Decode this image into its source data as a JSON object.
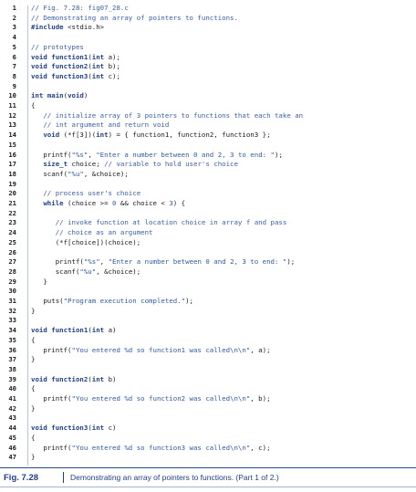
{
  "code_lines": [
    {
      "n": "1",
      "segs": [
        [
          "cm",
          "// Fig. 7.28: fig07_28.c"
        ]
      ]
    },
    {
      "n": "2",
      "segs": [
        [
          "cm",
          "// Demonstrating an array of pointers to functions."
        ]
      ]
    },
    {
      "n": "3",
      "segs": [
        [
          "kw",
          "#include"
        ],
        [
          "",
          " <stdio.h>"
        ]
      ]
    },
    {
      "n": "4",
      "segs": []
    },
    {
      "n": "5",
      "segs": [
        [
          "cm",
          "// prototypes"
        ]
      ]
    },
    {
      "n": "6",
      "segs": [
        [
          "kw",
          "void"
        ],
        [
          "",
          " "
        ],
        [
          "kw",
          "function1"
        ],
        [
          "",
          "("
        ],
        [
          "kw",
          "int"
        ],
        [
          "",
          " a);"
        ]
      ]
    },
    {
      "n": "7",
      "segs": [
        [
          "kw",
          "void"
        ],
        [
          "",
          " "
        ],
        [
          "kw",
          "function2"
        ],
        [
          "",
          "("
        ],
        [
          "kw",
          "int"
        ],
        [
          "",
          " b);"
        ]
      ]
    },
    {
      "n": "8",
      "segs": [
        [
          "kw",
          "void"
        ],
        [
          "",
          " "
        ],
        [
          "kw",
          "function3"
        ],
        [
          "",
          "("
        ],
        [
          "kw",
          "int"
        ],
        [
          "",
          " c);"
        ]
      ]
    },
    {
      "n": "9",
      "segs": []
    },
    {
      "n": "10",
      "segs": [
        [
          "kw",
          "int"
        ],
        [
          "",
          " "
        ],
        [
          "kw",
          "main"
        ],
        [
          "",
          "("
        ],
        [
          "kw",
          "void"
        ],
        [
          "",
          ")"
        ]
      ]
    },
    {
      "n": "11",
      "segs": [
        [
          "",
          "{"
        ]
      ]
    },
    {
      "n": "12",
      "segs": [
        [
          "",
          "   "
        ],
        [
          "cm",
          "// initialize array of 3 pointers to functions that each take an"
        ]
      ]
    },
    {
      "n": "13",
      "segs": [
        [
          "",
          "   "
        ],
        [
          "cm",
          "// int argument and return void"
        ]
      ]
    },
    {
      "n": "14",
      "segs": [
        [
          "",
          "   "
        ],
        [
          "kw",
          "void"
        ],
        [
          "",
          " (*f[3])("
        ],
        [
          "kw",
          "int"
        ],
        [
          "",
          ") = { function1, function2, function3 };"
        ]
      ]
    },
    {
      "n": "15",
      "segs": []
    },
    {
      "n": "16",
      "segs": [
        [
          "",
          "   printf("
        ],
        [
          "st",
          "\"%s\""
        ],
        [
          "",
          ", "
        ],
        [
          "st",
          "\"Enter a number between 0 and 2, 3 to end: \""
        ],
        [
          "",
          ");"
        ]
      ]
    },
    {
      "n": "17",
      "segs": [
        [
          "",
          "   "
        ],
        [
          "kw",
          "size_t"
        ],
        [
          "",
          " choice; "
        ],
        [
          "cm",
          "// variable to hold user's choice"
        ]
      ]
    },
    {
      "n": "18",
      "segs": [
        [
          "",
          "   scanf("
        ],
        [
          "st",
          "\"%u\""
        ],
        [
          "",
          ", &choice);"
        ]
      ]
    },
    {
      "n": "19",
      "segs": []
    },
    {
      "n": "20",
      "segs": [
        [
          "",
          "   "
        ],
        [
          "cm",
          "// process user's choice"
        ]
      ]
    },
    {
      "n": "21",
      "segs": [
        [
          "",
          "   "
        ],
        [
          "kw",
          "while"
        ],
        [
          "",
          " (choice >= "
        ],
        [
          "st",
          "0"
        ],
        [
          "",
          " && choice < "
        ],
        [
          "st",
          "3"
        ],
        [
          "",
          ") {"
        ]
      ]
    },
    {
      "n": "22",
      "segs": []
    },
    {
      "n": "23",
      "segs": [
        [
          "",
          "      "
        ],
        [
          "cm",
          "// invoke function at location choice in array f and pass"
        ]
      ]
    },
    {
      "n": "24",
      "segs": [
        [
          "",
          "      "
        ],
        [
          "cm",
          "// choice as an argument"
        ]
      ]
    },
    {
      "n": "25",
      "segs": [
        [
          "",
          "      (*f[choice])(choice);"
        ]
      ]
    },
    {
      "n": "26",
      "segs": []
    },
    {
      "n": "27",
      "segs": [
        [
          "",
          "      printf("
        ],
        [
          "st",
          "\"%s\""
        ],
        [
          "",
          ", "
        ],
        [
          "st",
          "\"Enter a number between 0 and 2, 3 to end: \""
        ],
        [
          "",
          ");"
        ]
      ]
    },
    {
      "n": "28",
      "segs": [
        [
          "",
          "      scanf("
        ],
        [
          "st",
          "\"%u\""
        ],
        [
          "",
          ", &choice);"
        ]
      ]
    },
    {
      "n": "29",
      "segs": [
        [
          "",
          "   }"
        ]
      ]
    },
    {
      "n": "30",
      "segs": []
    },
    {
      "n": "31",
      "segs": [
        [
          "",
          "   puts("
        ],
        [
          "st",
          "\"Program execution completed.\""
        ],
        [
          "",
          ");"
        ]
      ]
    },
    {
      "n": "32",
      "segs": [
        [
          "",
          "}"
        ]
      ]
    },
    {
      "n": "33",
      "segs": []
    },
    {
      "n": "34",
      "segs": [
        [
          "kw",
          "void"
        ],
        [
          "",
          " "
        ],
        [
          "kw",
          "function1"
        ],
        [
          "",
          "("
        ],
        [
          "kw",
          "int"
        ],
        [
          "",
          " a)"
        ]
      ]
    },
    {
      "n": "35",
      "segs": [
        [
          "",
          "{"
        ]
      ]
    },
    {
      "n": "36",
      "segs": [
        [
          "",
          "   printf("
        ],
        [
          "st",
          "\"You entered %d so function1 was called\\n\\n\""
        ],
        [
          "",
          ", a);"
        ]
      ]
    },
    {
      "n": "37",
      "segs": [
        [
          "",
          "}"
        ]
      ]
    },
    {
      "n": "38",
      "segs": []
    },
    {
      "n": "39",
      "segs": [
        [
          "kw",
          "void"
        ],
        [
          "",
          " "
        ],
        [
          "kw",
          "function2"
        ],
        [
          "",
          "("
        ],
        [
          "kw",
          "int"
        ],
        [
          "",
          " b)"
        ]
      ]
    },
    {
      "n": "40",
      "segs": [
        [
          "",
          "{"
        ]
      ]
    },
    {
      "n": "41",
      "segs": [
        [
          "",
          "   printf("
        ],
        [
          "st",
          "\"You entered %d so function2 was called\\n\\n\""
        ],
        [
          "",
          ", b);"
        ]
      ]
    },
    {
      "n": "42",
      "segs": [
        [
          "",
          "}"
        ]
      ]
    },
    {
      "n": "43",
      "segs": []
    },
    {
      "n": "44",
      "segs": [
        [
          "kw",
          "void"
        ],
        [
          "",
          " "
        ],
        [
          "kw",
          "function3"
        ],
        [
          "",
          "("
        ],
        [
          "kw",
          "int"
        ],
        [
          "",
          " c)"
        ]
      ]
    },
    {
      "n": "45",
      "segs": [
        [
          "",
          "{"
        ]
      ]
    },
    {
      "n": "46",
      "segs": [
        [
          "",
          "   printf("
        ],
        [
          "st",
          "\"You entered %d so function3 was called\\n\\n\""
        ],
        [
          "",
          ", c);"
        ]
      ]
    },
    {
      "n": "47",
      "segs": [
        [
          "",
          "}"
        ]
      ]
    }
  ],
  "caption": {
    "label": "Fig. 7.28",
    "text": "Demonstrating an array of pointers to functions. (Part 1 of 2.)"
  }
}
